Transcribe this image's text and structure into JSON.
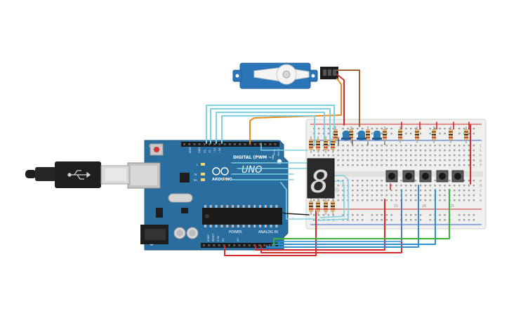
{
  "arduino": {
    "brand": "ARDUINO",
    "model": "UNO",
    "digital_label": "DIGITAL (PWM ~)",
    "power_label": "POWER",
    "analog_label": "ANALOG IN",
    "aref": "AREF",
    "gnd": "GND",
    "pin13": "13",
    "pin12": "12",
    "pin11": "~11",
    "pin10": "~10",
    "tx_pin": "TX→1",
    "rx_pin": "RX←0",
    "led_l": "L",
    "led_tx": "TX",
    "led_rx": "RX",
    "ioref": "IOREF",
    "reset": "RESET",
    "v33": "3.3V",
    "v5": "5V",
    "vin": "Vin"
  },
  "seven_segment": {
    "digit": "8."
  },
  "breadboard": {
    "row_a": "a",
    "row_b": "b",
    "row_c": "c",
    "row_d": "d",
    "row_e": "e",
    "row_f": "f",
    "row_g": "g",
    "row_h": "h",
    "row_i": "i",
    "row_j": "j",
    "col_15": "15",
    "col_20": "20",
    "col_25": "25"
  },
  "colors": {
    "board": "#2a6ea0",
    "breadboard": "#efefed",
    "servo": "#2a74b8",
    "wire_cyan": "#7fd0e0",
    "wire_orange": "#e88a1a",
    "wire_red": "#d32b2b",
    "wire_green": "#3bae3b",
    "wire_blue": "#2d8fd0",
    "wire_brown": "#9a6232"
  }
}
